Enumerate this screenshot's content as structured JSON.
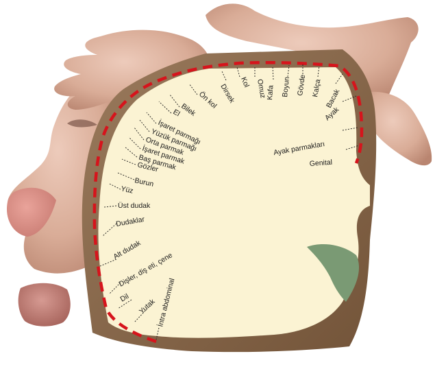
{
  "diagram": {
    "labels": [
      {
        "id": "intra-abdominal",
        "text": "İntra abdominal"
      },
      {
        "id": "yutak",
        "text": "Yutak"
      },
      {
        "id": "dil",
        "text": "Dil"
      },
      {
        "id": "disler",
        "text": "Dişler, diş eti, çene"
      },
      {
        "id": "alt-dudak",
        "text": "Alt dudak"
      },
      {
        "id": "dudaklar",
        "text": "Dudaklar"
      },
      {
        "id": "ust-dudak",
        "text": "Üst dudak"
      },
      {
        "id": "yuz",
        "text": "Yüz"
      },
      {
        "id": "burun",
        "text": "Burun"
      },
      {
        "id": "gozler",
        "text": "Gözler"
      },
      {
        "id": "bas-parmak",
        "text": "Baş parmak"
      },
      {
        "id": "isaret-parmak-1",
        "text": "İşaret parmak"
      },
      {
        "id": "orta-parmak",
        "text": "Orta parmak"
      },
      {
        "id": "yuzuk-parmagi",
        "text": "Yüzük parmağı"
      },
      {
        "id": "isaret-parmagi",
        "text": "İşaret parmağı"
      },
      {
        "id": "el",
        "text": "El"
      },
      {
        "id": "bilek",
        "text": "Bilek"
      },
      {
        "id": "on-kol",
        "text": "Ön kol"
      },
      {
        "id": "dirsek",
        "text": "Dirsek"
      },
      {
        "id": "kol",
        "text": "Kol"
      },
      {
        "id": "omuz",
        "text": "Omuz"
      },
      {
        "id": "kafa",
        "text": "Kafa"
      },
      {
        "id": "boyun",
        "text": "Boyun"
      },
      {
        "id": "govde",
        "text": "Gövde"
      },
      {
        "id": "kalca",
        "text": "Kalça"
      },
      {
        "id": "bacak",
        "text": "Bacak"
      },
      {
        "id": "ayak",
        "text": "Ayak"
      },
      {
        "id": "ayak-parmaklari",
        "text": "Ayak parmakları"
      },
      {
        "id": "genital",
        "text": "Genital"
      }
    ]
  },
  "colors": {
    "cortex_outer": "#8a6b4e",
    "cortex_inner": "#fbf3d3",
    "motor_strip": "#d6141c",
    "skin": "#d4a48f",
    "ventricle": "#7a9a74"
  }
}
